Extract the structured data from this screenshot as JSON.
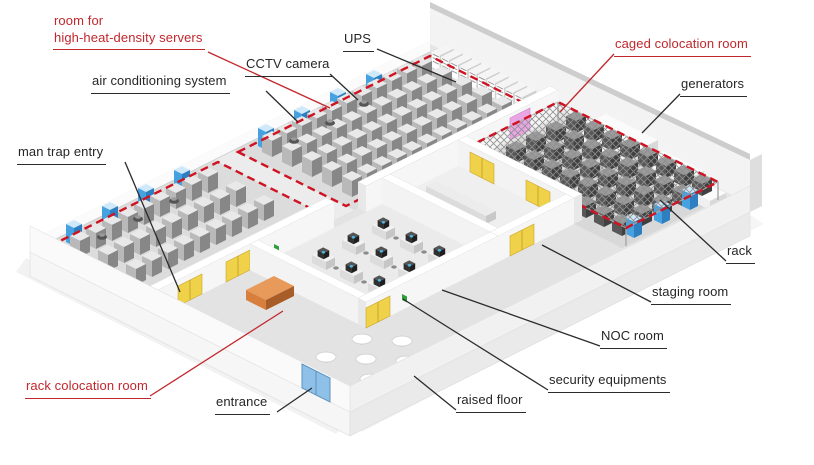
{
  "diagram_title": "",
  "labels": [
    {
      "id": "room-high-heat",
      "text": "room for\nhigh-heat-density servers",
      "emphasis": "red"
    },
    {
      "id": "air-conditioning",
      "text": "air conditioning system",
      "emphasis": "black"
    },
    {
      "id": "cctv-camera",
      "text": "CCTV camera",
      "emphasis": "black"
    },
    {
      "id": "ups",
      "text": "UPS",
      "emphasis": "black"
    },
    {
      "id": "caged-colocation-room",
      "text": "caged colocation room",
      "emphasis": "red"
    },
    {
      "id": "generators",
      "text": "generators",
      "emphasis": "black"
    },
    {
      "id": "man-trap-entry",
      "text": "man trap entry",
      "emphasis": "black"
    },
    {
      "id": "rack",
      "text": "rack",
      "emphasis": "black"
    },
    {
      "id": "staging-room",
      "text": "staging room",
      "emphasis": "black"
    },
    {
      "id": "noc-room",
      "text": "NOC room",
      "emphasis": "black"
    },
    {
      "id": "security-equipments",
      "text": "security equipments",
      "emphasis": "black"
    },
    {
      "id": "raised-floor",
      "text": "raised floor",
      "emphasis": "black"
    },
    {
      "id": "entrance",
      "text": "entrance",
      "emphasis": "black"
    },
    {
      "id": "rack-colocation-room",
      "text": "rack colocation room",
      "emphasis": "red"
    }
  ],
  "colors": {
    "label_red": "#c1272d",
    "dash_red": "#cf1322",
    "leader_black": "#2b2b2b",
    "ac_unit_blue": "#45a1e0",
    "door_yellow": "#f0d24a",
    "door_pink": "#eaa6e4",
    "entrance_door_blue": "#8fc0e8",
    "desk_orange": "#d97f3e",
    "security_green": "#2e9e3e",
    "rack_gray": "#b9b9b9",
    "floor_gray": "#e3e3e3",
    "wall_white": "#f6f6f6"
  }
}
